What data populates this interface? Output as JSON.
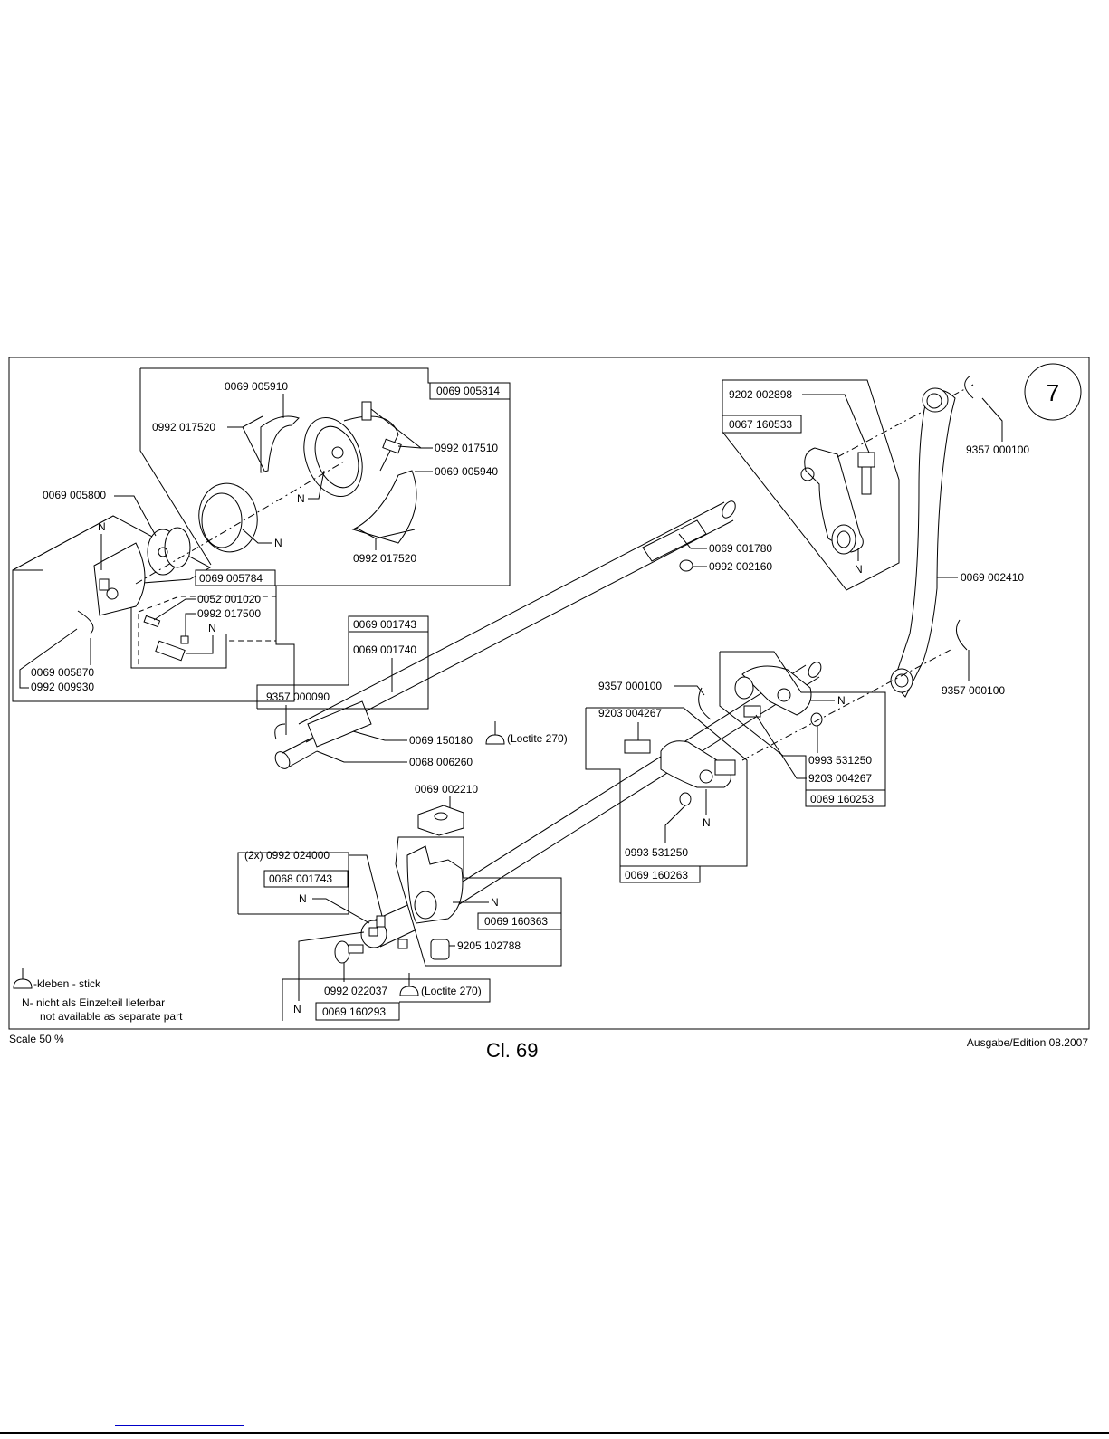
{
  "page": {
    "section_number": "7",
    "class_label": "Cl. 69",
    "scale": "Scale 50 %",
    "edition": "Ausgabe/Edition 08.2007"
  },
  "legend": {
    "glue_text": "-kleben - stick",
    "n_line1": "N- nicht als Einzelteil lieferbar",
    "n_line2": "not available as separate part"
  },
  "callouts": {
    "p0069005910": "0069 005910",
    "p0992017520_a": "0992 017520",
    "p0069005814": "0069 005814",
    "p0992017510": "0992 017510",
    "p0069005940": "0069 005940",
    "p0992017520_b": "0992 017520",
    "p0069005800": "0069 005800",
    "p0069005784": "0069 005784",
    "p0052001020": "0052 001020",
    "p0992017500": "0992 017500",
    "p0069005870": "0069 005870",
    "p0992009930": "0992 009930",
    "p0069001743": "0069 001743",
    "p0069001740": "0069 001740",
    "p9357000090": "9357 000090",
    "p0069150180": "0069 150180",
    "p0068006260": "0068 006260",
    "loctite_a": "(Loctite 270)",
    "p0069001780": "0069 001780",
    "p0992002160": "0992 002160",
    "p9202002898": "9202 002898",
    "p0067160533": "0067 160533",
    "p9357000100_a": "9357 000100",
    "p0069002410": "0069 002410",
    "p9357000100_b": "9357 000100",
    "p9357000100_c": "9357 000100",
    "p9203004267_a": "9203 004267",
    "p0993531250_a": "0993 531250",
    "p9203004267_b": "9203 004267",
    "p0069160253": "0069 160253",
    "p0993531250_b": "0993 531250",
    "p0069160263": "0069 160263",
    "p0069002210": "0069 002210",
    "p0992024000": "(2x)  0992 024000",
    "p0068001743": "0068 001743",
    "p0069160363": "0069 160363",
    "p9205102788": "9205 102788",
    "p0992022037": "0992 022037",
    "loctite_b": "(Loctite 270)",
    "p0069160293": "0069 160293",
    "n": "N"
  }
}
